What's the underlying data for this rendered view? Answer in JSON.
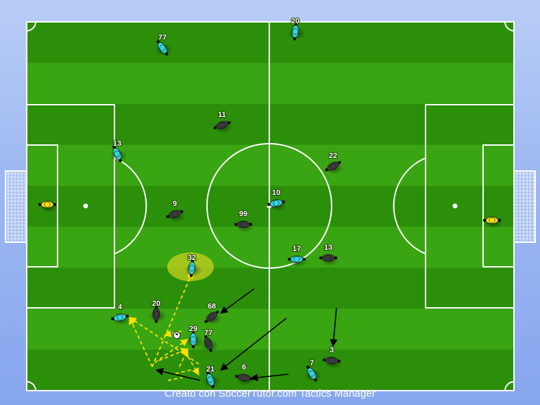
{
  "footer": {
    "credit": "Creato con SoccerTutor.com Tactics Manager"
  },
  "colors": {
    "grass_dark": "#2b8f0a",
    "grass_light": "#3aa512",
    "lines": "#ffffff",
    "team_cyan": "#33d6dc",
    "team_dark": "#3b3b3b",
    "goalkeeper": "#f0e010",
    "pass_arrow": "#ffe000",
    "run_arrow": "#000000",
    "highlight": "#c8d21e"
  },
  "players": {
    "cyan": [
      {
        "number": "77",
        "role": "player"
      },
      {
        "number": "20",
        "role": "player"
      },
      {
        "number": "13",
        "role": "player"
      },
      {
        "number": "10",
        "role": "player"
      },
      {
        "number": "17",
        "role": "player"
      },
      {
        "number": "32",
        "role": "player",
        "highlighted": true
      },
      {
        "number": "4",
        "role": "player"
      },
      {
        "number": "29",
        "role": "player",
        "has_ball": true
      },
      {
        "number": "21",
        "role": "player"
      },
      {
        "number": "7",
        "role": "player"
      }
    ],
    "dark": [
      {
        "number": "11"
      },
      {
        "number": "22"
      },
      {
        "number": "9"
      },
      {
        "number": "99"
      },
      {
        "number": "13"
      },
      {
        "number": "20"
      },
      {
        "number": "68"
      },
      {
        "number": "77"
      },
      {
        "number": "3"
      },
      {
        "number": "6"
      }
    ],
    "goalkeepers": [
      {
        "side": "left"
      },
      {
        "side": "right"
      }
    ]
  }
}
